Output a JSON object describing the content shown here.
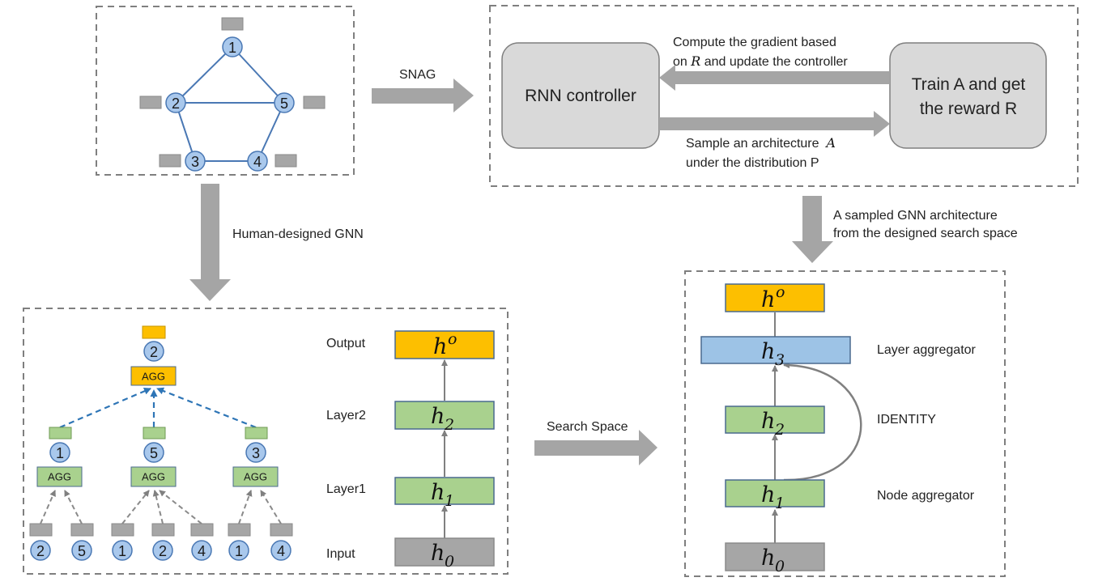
{
  "arrow_labels": {
    "snag": "SNAG",
    "human_designed": "Human-designed GNN",
    "search_space": "Search Space",
    "sampled_line1": "A sampled GNN architecture",
    "sampled_line2": "from the designed search space"
  },
  "controller": {
    "rnn_label": "RNN controller",
    "train_line1": "Train A and get",
    "train_line2": "the reward R",
    "top_line1": "Compute the gradient based",
    "top_line2_pre": "on ",
    "top_line2_var": "R",
    "top_line2_post": " and update the controller",
    "bottom_line1_pre": "Sample an architecture  ",
    "bottom_line1_var": "A",
    "bottom_line2": "under the distribution P"
  },
  "graph": {
    "nodes": [
      "1",
      "2",
      "5",
      "3",
      "4"
    ]
  },
  "tree": {
    "root_node": "2",
    "agg_label": "AGG",
    "mid_nodes": [
      "1",
      "5",
      "3"
    ],
    "leaf_groups": [
      [
        "2",
        "5"
      ],
      [
        "1",
        "2",
        "4"
      ],
      [
        "1",
        "4"
      ]
    ]
  },
  "layers": {
    "row_labels": [
      "Output",
      "Layer2",
      "Layer1",
      "Input"
    ],
    "h_base": "h",
    "subs": [
      "o",
      "2",
      "1",
      "0"
    ]
  },
  "sampled": {
    "subs": [
      "o",
      "3",
      "2",
      "1",
      "0"
    ],
    "layer_aggregator": "Layer aggregator",
    "identity": "IDENTITY",
    "node_aggregator": "Node aggregator"
  },
  "colors": {
    "node_fill": "#a9c8ec",
    "node_stroke": "#4a78b4",
    "orange": "#fdbf00",
    "green": "#a9d18e",
    "blue_box": "#9dc3e6",
    "gray_box": "#a6a6a6",
    "rounded_gray": "#d9d9d9",
    "arrow_gray": "#a5a5a5",
    "edge_blue": "#4a78b4",
    "dash_blue": "#2e75b6"
  }
}
